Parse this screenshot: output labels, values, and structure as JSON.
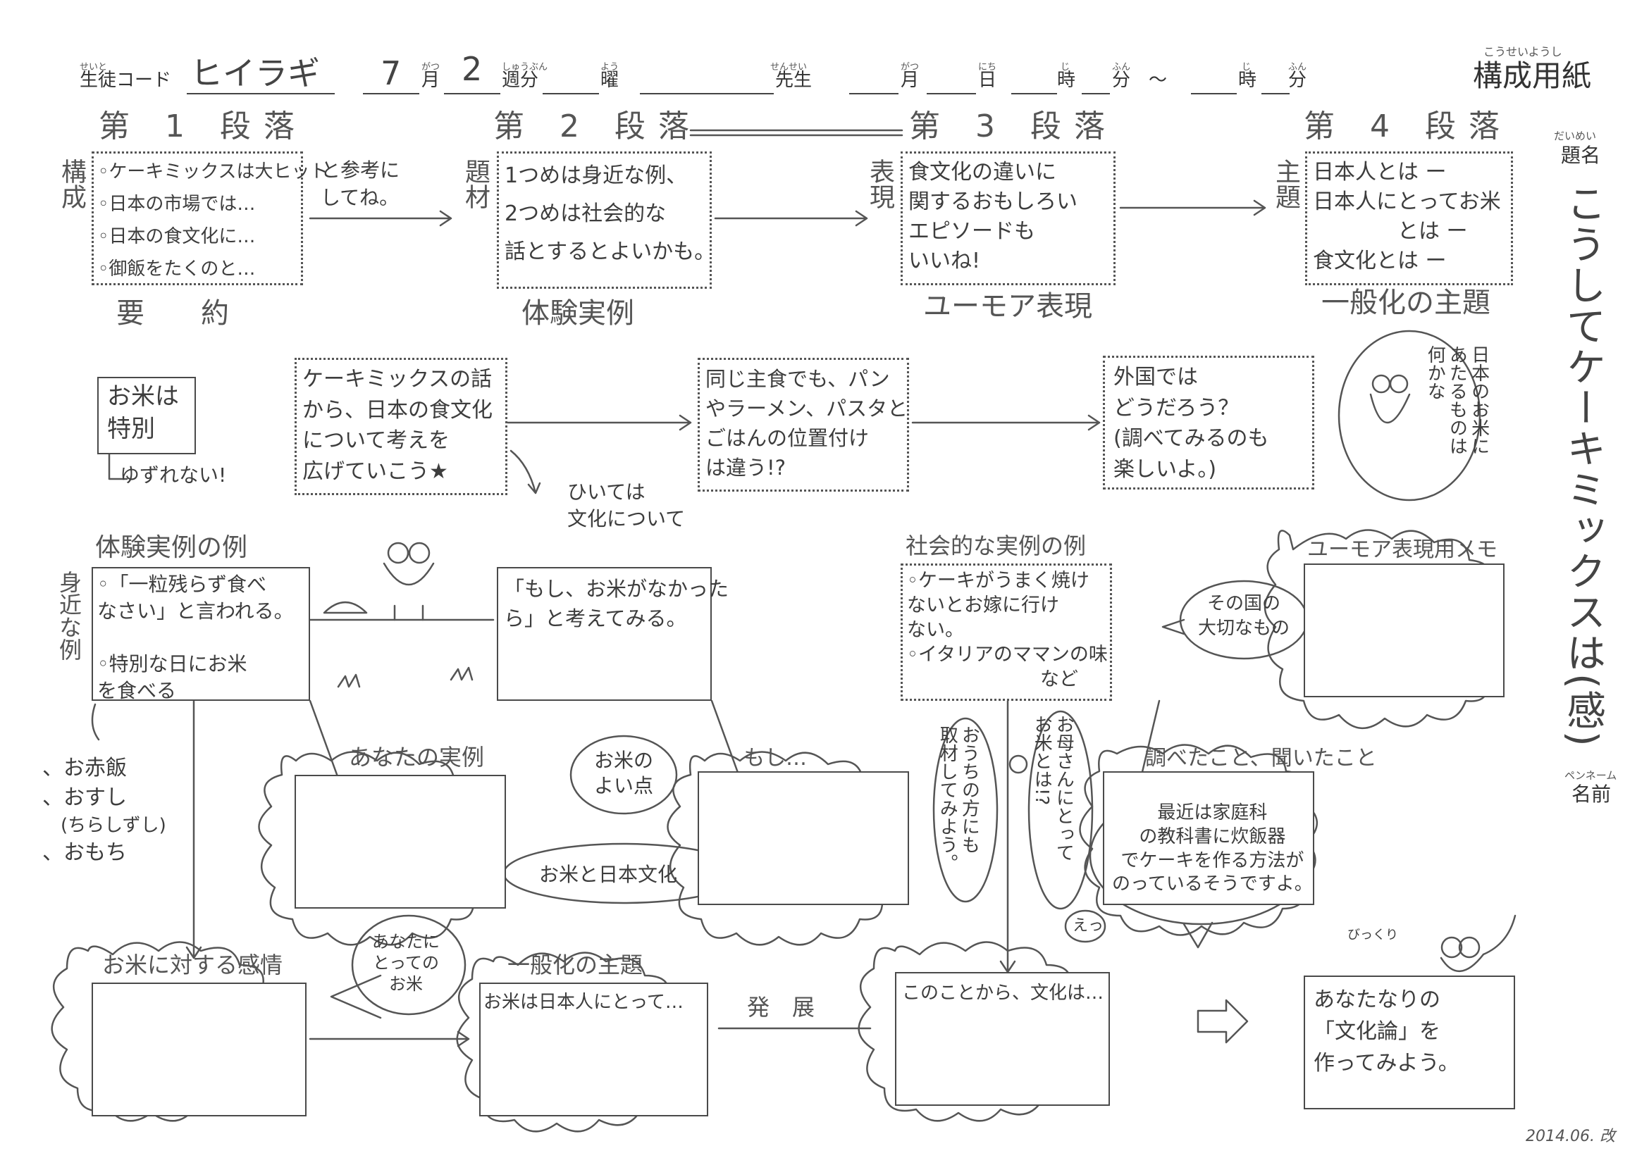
{
  "header": {
    "student_code_ruby": "せいと",
    "student_code_label": "生徒コード",
    "student_code_value": "ヒイラギ",
    "month_value": "7",
    "month_ruby": "がつ",
    "month_label": "月",
    "week_value": "2",
    "week_ruby": "しゅうぶん",
    "week_label": "週分",
    "day_ruby": "よう",
    "day_label": "曜",
    "teacher_ruby": "せんせい",
    "teacher_label": "先生",
    "date_month_ruby": "がつ",
    "date_month": "月",
    "date_day_ruby": "にち",
    "date_day": "日",
    "start_hour_ruby": "じ",
    "start_hour": "時",
    "start_min_ruby": "ふん",
    "start_min": "分",
    "tilde": "～",
    "end_hour_ruby": "じ",
    "end_hour": "時",
    "end_min_ruby": "ふん",
    "end_min": "分",
    "form_ruby": "こうせいようし",
    "form_title": "構成用紙"
  },
  "paragraphs": [
    {
      "title": "第 1 段落",
      "side": "構成",
      "lines": [
        "◦ケーキミックスは大ヒット",
        "◦日本の市場では…",
        "◦日本の食文化に…",
        "◦御飯をたくのと…"
      ],
      "caption": "要　　約"
    },
    {
      "title": "第 2 段落",
      "side": "題材",
      "lines": [
        "1つめは身近な例、",
        "2つめは社会的な",
        "話とするとよいかも。"
      ],
      "caption": "体験実例"
    },
    {
      "title": "第 3 段落",
      "side": "表現",
      "lines": [
        "食文化の違いに",
        "関するおもしろい",
        "エピソードも",
        "いいね!"
      ],
      "caption": "ユーモア表現"
    },
    {
      "title": "第 4 段落",
      "side": "主題",
      "lines": [
        "日本人とは ー",
        "日本人にとってお米",
        "　　　　とは ー",
        "食文化とは ー"
      ],
      "caption": "一般化の主題"
    }
  ],
  "arrow_note": "と参考に\nしてね。",
  "title_block": {
    "ruby": "だいめい",
    "label": "題名",
    "title": "こうしてケーキミックスは(感)",
    "penname_ruby": "ペンネーム",
    "penname_label": "名前"
  },
  "row2": {
    "rice_special": "お米は\n特別",
    "unwavering": "ゆずれない!",
    "box_a": "ケーキミックスの話\nから、日本の食文化\nについて考えを\n広げていこう★",
    "culture_note": "ひいては\n文化について",
    "box_b": "同じ主食でも、パン\nやラーメン、パスタと\nごはんの位置付け\nは違う!?",
    "box_c": "外国では\nどうだろう？\n(調べてみるのも\n楽しいよ。)",
    "frog_bubble": "日本のお米に\nあたるものは\n何かな"
  },
  "row3": {
    "exp_title": "体験実例の例",
    "exp_side": "身近な例",
    "exp_box": "◦「一粒残らず食べ\nなさい」と言われる。\n\n◦特別な日にお米\nを食べる",
    "exp_list": [
      "、お赤飯",
      "、おすし",
      "　(ちらしずし)",
      "、おもち"
    ],
    "if_box": "「もし、お米がなかった\nら」と考えてみる。",
    "soc_title": "社会的な実例の例",
    "soc_box": "◦ケーキがうまく焼け\nないとお嫁に行け\nない。\n◦イタリアのママンの味\n　　　　　　　など",
    "soc_bubble": "その国の\n大切なもの",
    "humor_memo": "ユーモア表現用メモ"
  },
  "row4": {
    "your_example": "あなたの実例",
    "good_points": "お米の\nよい点",
    "rice_japan": "お米と日本文化",
    "if_label": "もし…",
    "interview": "おうちの方にも\n取材してみよう。",
    "mother": "お母さんにとって\nお米とは!?",
    "research": "調べたこと、聞いたこと",
    "eh": "えっ",
    "textbook": "最近は家庭科\nの教科書に炊飯器\nでケーキを作る方法が\nのっているそうですよ。",
    "surprise": "びっくり"
  },
  "row5": {
    "feeling": "お米に対する感情",
    "for_you": "あなたに\nとっての\nお米",
    "general": "一般化の主題",
    "general_box": "お米は日本人にとって…",
    "develop": "発　展",
    "culture_box": "このことから、文化は…",
    "your_theory": "あなたなりの\n「文化論」を\n作ってみよう。"
  },
  "footer": {
    "revision": "2014.06. 改"
  }
}
